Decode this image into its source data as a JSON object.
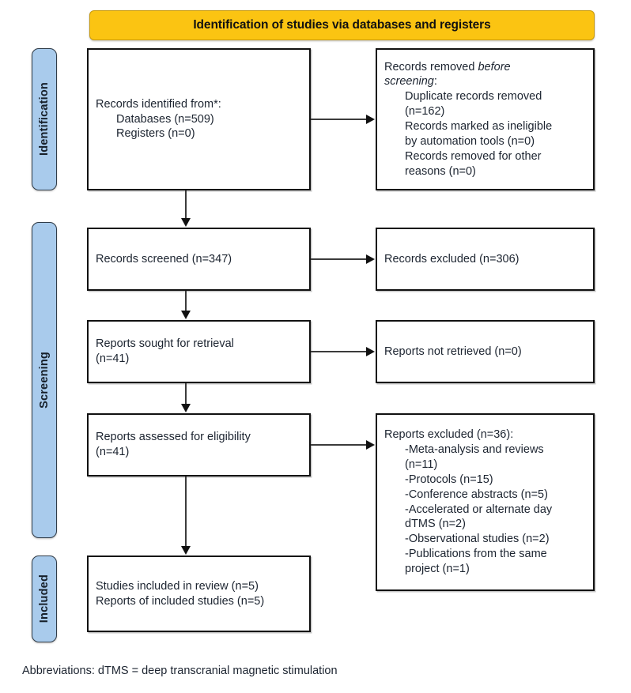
{
  "banner": {
    "title": "Identification of studies via databases and registers",
    "color": "#fbc412"
  },
  "stages": {
    "accent_color": "#a9cbec",
    "identification": "Identification",
    "screening": "Screening",
    "included": "Included"
  },
  "flow": {
    "identified": {
      "line1": "Records identified from*:",
      "line2": "Databases (n=509)",
      "line3": "Registers (n=0)"
    },
    "removed": {
      "heading_plain": "Records removed ",
      "heading_italic_a": "before",
      "heading_italic_b": "screening",
      "heading_colon": ":",
      "item1a": "Duplicate records removed",
      "item1b": "(n=162)",
      "item2a": "Records marked as ineligible",
      "item2b": "by automation tools (n=0)",
      "item3a": "Records removed for other",
      "item3b": "reasons (n=0)"
    },
    "screened": "Records screened (n=347)",
    "records_excluded": "Records excluded (n=306)",
    "sought": {
      "line1": "Reports sought for retrieval",
      "line2": "(n=41)"
    },
    "not_retrieved": "Reports not retrieved (n=0)",
    "assessed": {
      "line1": "Reports assessed for eligibility",
      "line2": "(n=41)"
    },
    "reports_excluded": {
      "heading": "Reports excluded (n=36):",
      "item1a": "-Meta-analysis and reviews",
      "item1b": "(n=11)",
      "item2": "-Protocols (n=15)",
      "item3": "-Conference abstracts (n=5)",
      "item4a": "-Accelerated or alternate day",
      "item4b": "dTMS (n=2)",
      "item5": "-Observational studies (n=2)",
      "item6a": "-Publications from the same",
      "item6b": "project (n=1)"
    },
    "included": {
      "line1": "Studies included in review (n=5)",
      "line2": "Reports of included studies (n=5)"
    }
  },
  "footnote": "Abbreviations: dTMS = deep transcranial magnetic stimulation"
}
